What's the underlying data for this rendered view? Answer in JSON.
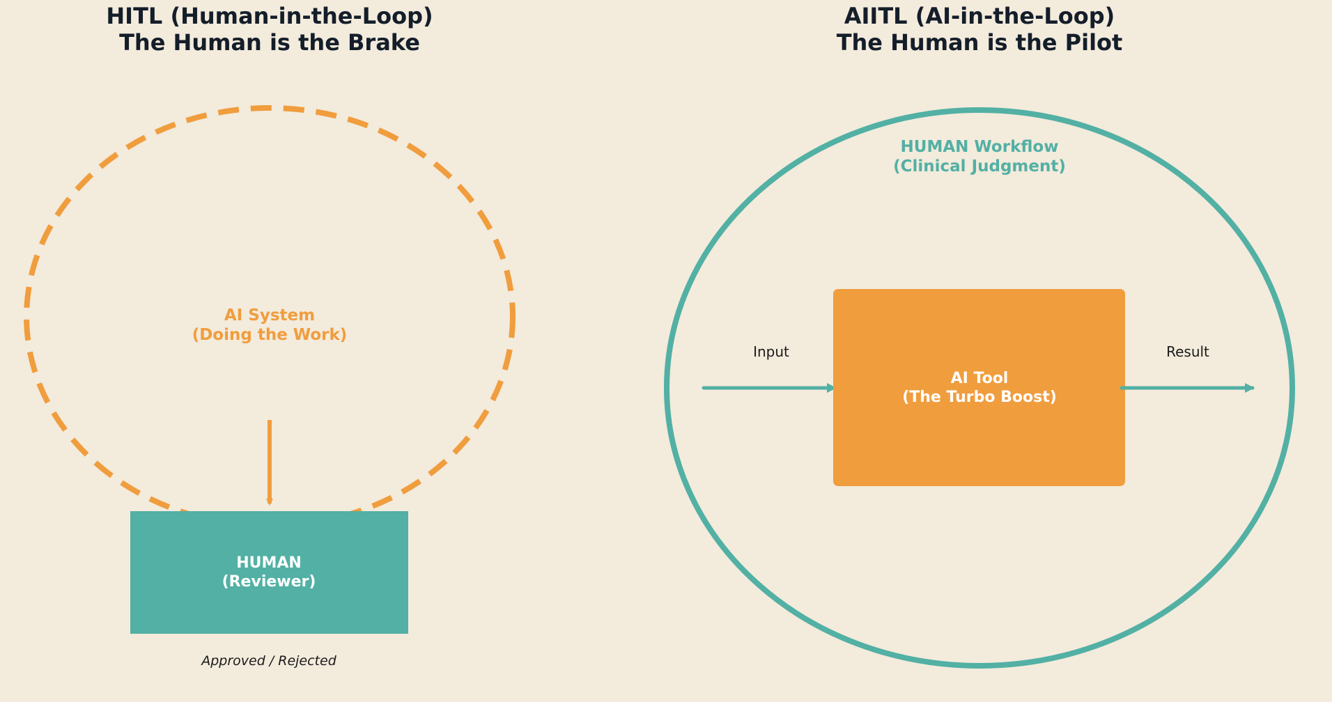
{
  "colors": {
    "background": "#F3EBDC",
    "ai_orange": "#F09D3E",
    "human_teal": "#52B0A4",
    "heading_text": "#141E2A"
  },
  "hitl": {
    "title_line1": "HITL (Human-in-the-Loop)",
    "title_line2": "The Human is the Brake",
    "ai_system_line1": "AI System",
    "ai_system_line2": "(Doing the Work)",
    "human_line1": "HUMAN",
    "human_line2": "(Reviewer)",
    "outcome": "Approved / Rejected"
  },
  "aiitl": {
    "title_line1": "AIITL (AI-in-the-Loop)",
    "title_line2": "The Human is the Pilot",
    "workflow_line1": "HUMAN Workflow",
    "workflow_line2": "(Clinical Judgment)",
    "tool_line1": "AI Tool",
    "tool_line2": "(The Turbo Boost)",
    "input_label": "Input",
    "result_label": "Result"
  }
}
